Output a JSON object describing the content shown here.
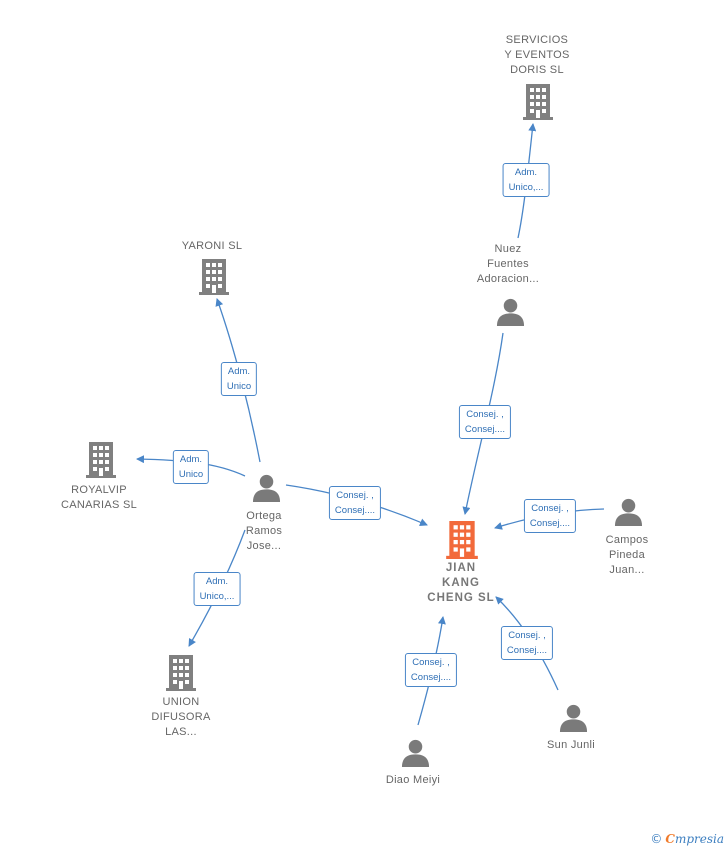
{
  "colors": {
    "edge": "#4a86c8",
    "building": "#808080",
    "focus_building": "#f26a3b",
    "person": "#7a7a7a"
  },
  "nodes": {
    "servicios": {
      "label": "SERVICIOS\nY EVENTOS\nDORIS SL",
      "icon": "building-icon"
    },
    "yaroni": {
      "label": "YARONI SL",
      "icon": "building-icon"
    },
    "royalvip": {
      "label": "ROYALVIP\nCANARIAS SL",
      "icon": "building-icon"
    },
    "union": {
      "label": "UNION\nDIFUSORA\nLAS...",
      "icon": "building-icon"
    },
    "jian": {
      "label": "JIAN\nKANG\nCHENG  SL",
      "icon": "building-icon"
    },
    "nuez": {
      "label": "Nuez\nFuentes\nAdoracion...",
      "icon": "person-icon"
    },
    "ortega": {
      "label": "Ortega\nRamos\nJose...",
      "icon": "person-icon"
    },
    "campos": {
      "label": "Campos\nPineda\nJuan...",
      "icon": "person-icon"
    },
    "sun": {
      "label": "Sun Junli",
      "icon": "person-icon"
    },
    "diao": {
      "label": "Diao Meiyi",
      "icon": "person-icon"
    }
  },
  "edges": {
    "nuez_servicios": "Adm.\nUnico,...",
    "ortega_yaroni": "Adm.\nUnico",
    "ortega_royalvip": "Adm.\nUnico",
    "ortega_union": "Adm.\nUnico,...",
    "ortega_jian": "Consej. ,\nConsej....",
    "nuez_jian": "Consej. ,\nConsej....",
    "campos_jian": "Consej. ,\nConsej....",
    "sun_jian": "Consej. ,\nConsej....",
    "diao_jian": "Consej. ,\nConsej...."
  },
  "brand": {
    "copyright": "©",
    "initial": "C",
    "name": "mpresia"
  }
}
